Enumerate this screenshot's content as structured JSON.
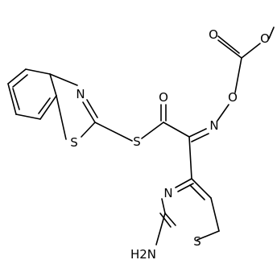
{
  "molecule": {
    "atoms": {
      "n_btz": "N",
      "s_btz": "S",
      "s_thioester": "S",
      "o_carbonyl_thioester": "O",
      "n_oxime": "N",
      "o_oxime": "O",
      "o_ester_carbonyl": "O",
      "o_ester_methoxy": "O",
      "n_thiazole": "N",
      "s_thiazole": "S",
      "amino_group": "H2N"
    }
  },
  "colors": {
    "bond": "#000000",
    "label": "#000000",
    "background": "#ffffff"
  }
}
